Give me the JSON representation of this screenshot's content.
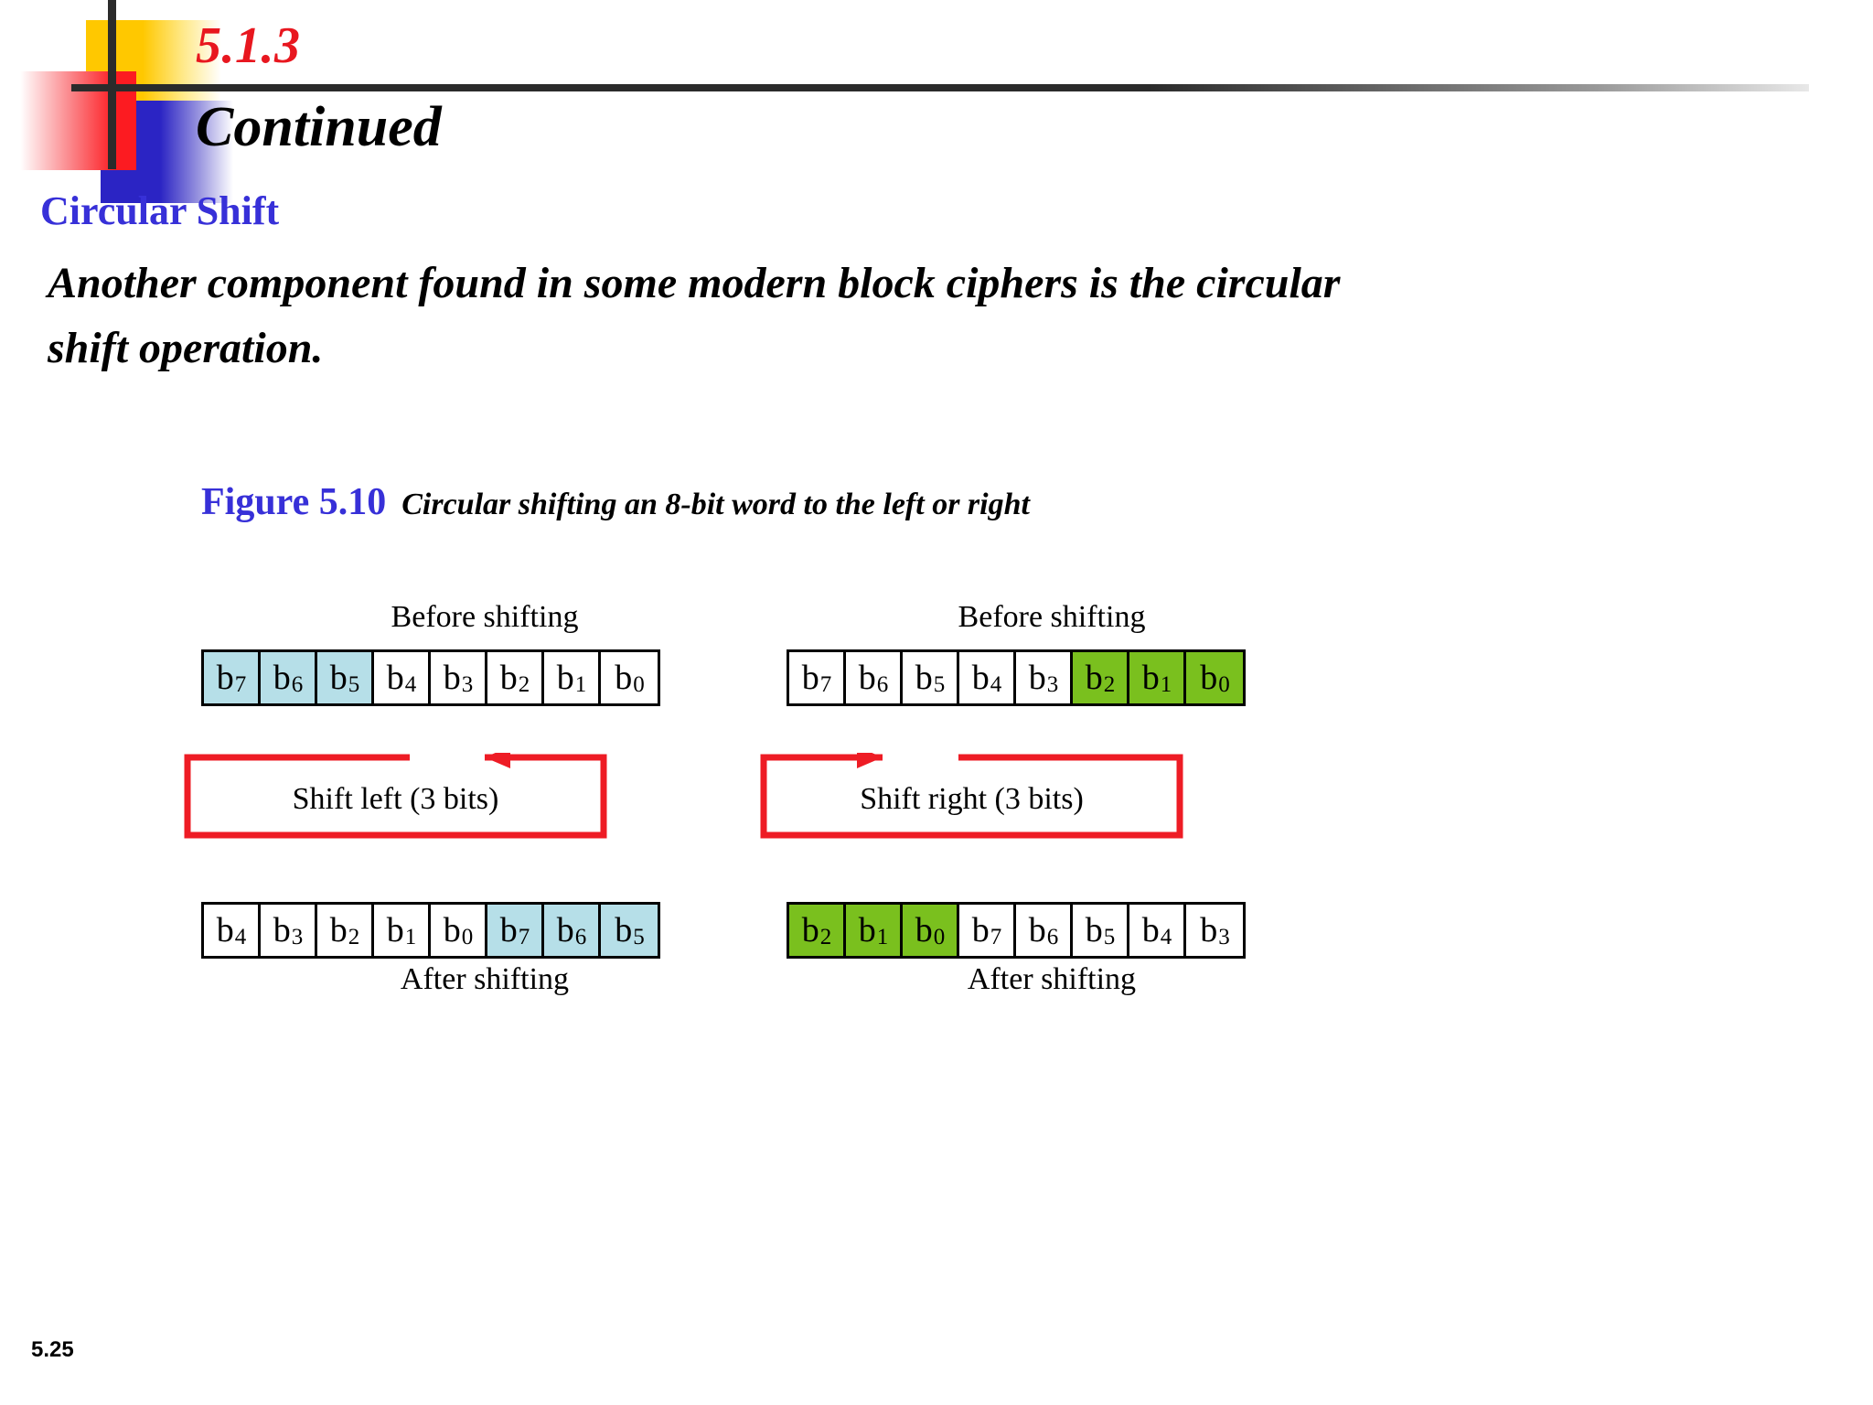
{
  "header": {
    "section_number": "5.1.3",
    "title": "Continued",
    "logo": {
      "yellow": "#FFC800",
      "red": "#FC1B21",
      "blue": "#2B24C4",
      "bar": "#2B2B2B"
    }
  },
  "body": {
    "heading": "Circular Shift",
    "heading_color": "#3730D8",
    "paragraph": "Another component found in some modern block ciphers is the circular shift operation."
  },
  "figure": {
    "label": "Figure 5.10",
    "label_color": "#3730D8",
    "caption": "Circular shifting an 8-bit word to the left or right",
    "colors": {
      "highlight_left": "#B6DFE8",
      "highlight_right": "#7AC01E",
      "arrow": "#EE1C25",
      "cell_border": "#000000"
    },
    "panels": [
      {
        "name": "shift-left",
        "caption_before": "Before shifting",
        "caption_after": "After shifting",
        "shift_label": "Shift left (3 bits)",
        "arrow_direction": "left",
        "before_bits": [
          {
            "label": "b",
            "sub": "7",
            "fill": "blue"
          },
          {
            "label": "b",
            "sub": "6",
            "fill": "blue"
          },
          {
            "label": "b",
            "sub": "5",
            "fill": "blue"
          },
          {
            "label": "b",
            "sub": "4",
            "fill": "white"
          },
          {
            "label": "b",
            "sub": "3",
            "fill": "white"
          },
          {
            "label": "b",
            "sub": "2",
            "fill": "white"
          },
          {
            "label": "b",
            "sub": "1",
            "fill": "white"
          },
          {
            "label": "b",
            "sub": "0",
            "fill": "white"
          }
        ],
        "after_bits": [
          {
            "label": "b",
            "sub": "4",
            "fill": "white"
          },
          {
            "label": "b",
            "sub": "3",
            "fill": "white"
          },
          {
            "label": "b",
            "sub": "2",
            "fill": "white"
          },
          {
            "label": "b",
            "sub": "1",
            "fill": "white"
          },
          {
            "label": "b",
            "sub": "0",
            "fill": "white"
          },
          {
            "label": "b",
            "sub": "7",
            "fill": "blue"
          },
          {
            "label": "b",
            "sub": "6",
            "fill": "blue"
          },
          {
            "label": "b",
            "sub": "5",
            "fill": "blue"
          }
        ]
      },
      {
        "name": "shift-right",
        "caption_before": "Before shifting",
        "caption_after": "After shifting",
        "shift_label": "Shift right (3 bits)",
        "arrow_direction": "right",
        "before_bits": [
          {
            "label": "b",
            "sub": "7",
            "fill": "white"
          },
          {
            "label": "b",
            "sub": "6",
            "fill": "white"
          },
          {
            "label": "b",
            "sub": "5",
            "fill": "white"
          },
          {
            "label": "b",
            "sub": "4",
            "fill": "white"
          },
          {
            "label": "b",
            "sub": "3",
            "fill": "white"
          },
          {
            "label": "b",
            "sub": "2",
            "fill": "green"
          },
          {
            "label": "b",
            "sub": "1",
            "fill": "green"
          },
          {
            "label": "b",
            "sub": "0",
            "fill": "green"
          }
        ],
        "after_bits": [
          {
            "label": "b",
            "sub": "2",
            "fill": "green"
          },
          {
            "label": "b",
            "sub": "1",
            "fill": "green"
          },
          {
            "label": "b",
            "sub": "0",
            "fill": "green"
          },
          {
            "label": "b",
            "sub": "7",
            "fill": "white"
          },
          {
            "label": "b",
            "sub": "6",
            "fill": "white"
          },
          {
            "label": "b",
            "sub": "5",
            "fill": "white"
          },
          {
            "label": "b",
            "sub": "4",
            "fill": "white"
          },
          {
            "label": "b",
            "sub": "3",
            "fill": "white"
          }
        ]
      }
    ]
  },
  "footer": {
    "page_number": "5.25"
  }
}
